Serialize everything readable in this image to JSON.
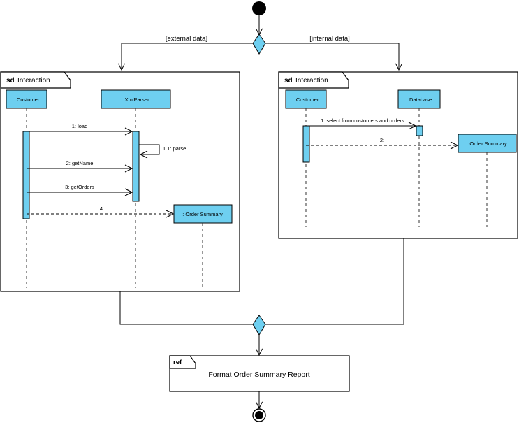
{
  "diagram": {
    "type": "uml-interaction-overview-diagram",
    "colors": {
      "node_fill": "#6ecff0",
      "node_stroke": "#000000",
      "frame_fill": "#ffffff",
      "frame_stroke": "#000000",
      "line": "#000000",
      "initial_node": "#000000",
      "final_node": "#000000",
      "canvas": "#ffffff"
    },
    "initial_node": {
      "name": "initial-node"
    },
    "decision": {
      "name": "decision-node",
      "guards": [
        {
          "label": "[external data]",
          "target": "left-interaction-frame"
        },
        {
          "label": "[internal data]",
          "target": "right-interaction-frame"
        }
      ]
    },
    "merge": {
      "name": "merge-node"
    },
    "final_node": {
      "name": "activity-final-node"
    },
    "frames": [
      {
        "id": "left-interaction-frame",
        "kind": "sd",
        "name": "Interaction",
        "lifelines": [
          {
            "id": "customer",
            "label": ": Customer"
          },
          {
            "id": "xmlparser",
            "label": ": XmlParser"
          },
          {
            "id": "ordersummary",
            "label": ": Order Summary"
          }
        ],
        "messages": [
          {
            "label": "1: load",
            "from": "customer",
            "to": "xmlparser",
            "kind": "call"
          },
          {
            "label": "1.1: parse",
            "from": "xmlparser",
            "to": "xmlparser",
            "kind": "self-call"
          },
          {
            "label": "2: getName",
            "from": "customer",
            "to": "xmlparser",
            "kind": "call"
          },
          {
            "label": "3: getOrders",
            "from": "customer",
            "to": "xmlparser",
            "kind": "call"
          },
          {
            "label": "4:",
            "from": "customer",
            "to": "ordersummary",
            "kind": "return"
          }
        ]
      },
      {
        "id": "right-interaction-frame",
        "kind": "sd",
        "name": "Interaction",
        "lifelines": [
          {
            "id": "customer",
            "label": ": Customer"
          },
          {
            "id": "database",
            "label": ": Database"
          },
          {
            "id": "ordersummary",
            "label": ": Order Summary"
          }
        ],
        "messages": [
          {
            "label": "1: select from customers and orders",
            "from": "customer",
            "to": "database",
            "kind": "call"
          },
          {
            "label": "2:",
            "from": "customer",
            "to": "ordersummary",
            "kind": "return"
          }
        ]
      }
    ],
    "ref_frame": {
      "id": "ref-frame",
      "kind": "ref",
      "label": "Format Order Summary Report"
    }
  }
}
